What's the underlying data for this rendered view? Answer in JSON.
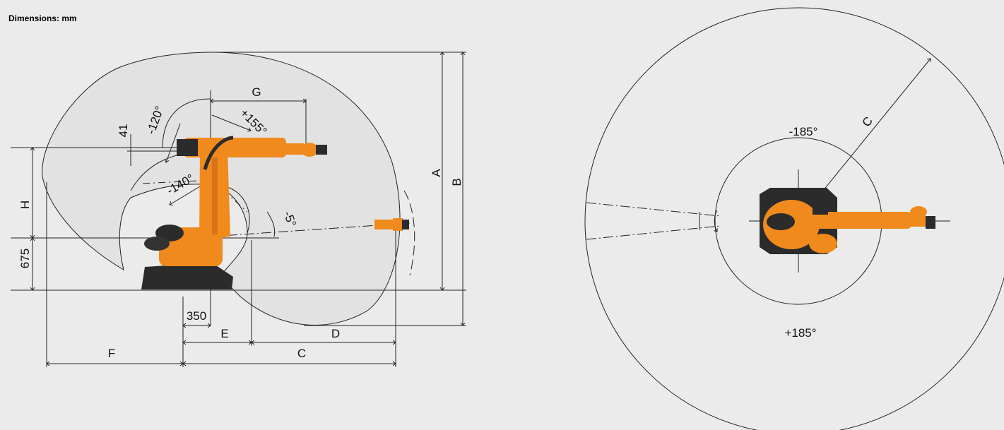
{
  "header": {
    "title": "Dimensions: mm"
  },
  "side_view": {
    "dimension_labels": {
      "A": "A",
      "B": "B",
      "C": "C",
      "D": "D",
      "E": "E",
      "F": "F",
      "G": "G",
      "H": "H"
    },
    "numeric_labels": {
      "d41": "41",
      "d675": "675",
      "d350": "350"
    },
    "angles": {
      "a4_neg": "-120°",
      "a4_pos": "+155°",
      "a2_neg": "-140°",
      "a5_neg": "-5°"
    }
  },
  "top_view": {
    "radius_label": "C",
    "angle_neg": "-185°",
    "angle_pos": "+185°"
  },
  "colors": {
    "robot_orange": "#f08a1c",
    "robot_dark": "#2b2b2b",
    "background": "#ebebeb",
    "envelope_fill": "#e3e3e3",
    "line": "#222222"
  }
}
